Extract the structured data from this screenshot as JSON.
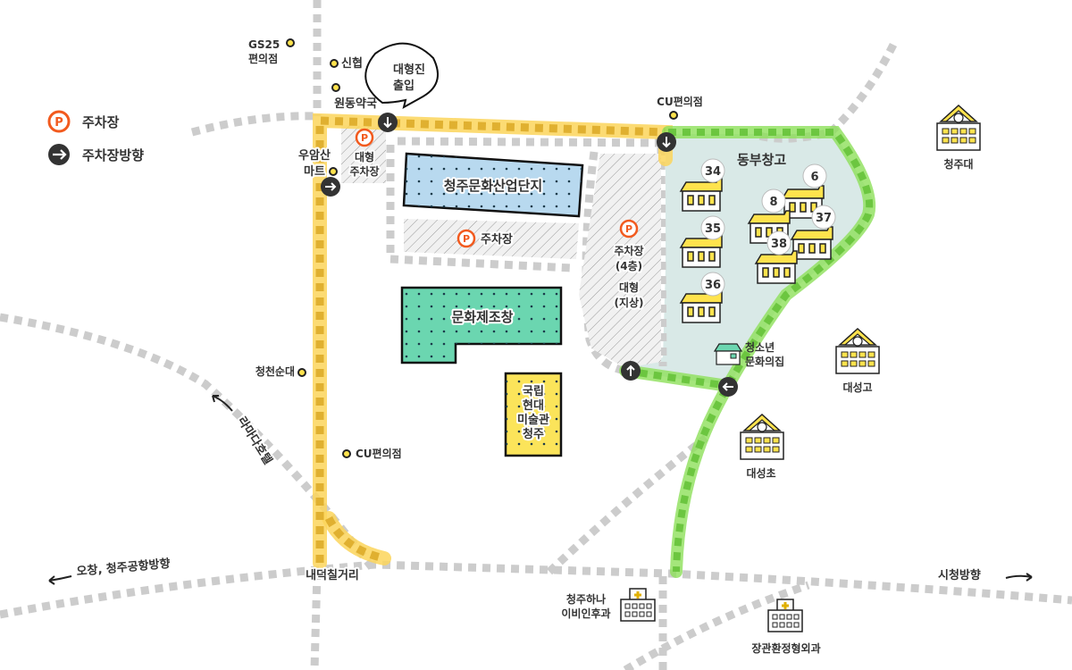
{
  "legend": {
    "parking": "주차장",
    "parking_direction": "주차장방향"
  },
  "speech_bubble": {
    "line1": "대형진",
    "line2": "출입"
  },
  "poi": {
    "gs25_1": "GS25",
    "gs25_2": "편의점",
    "shinhyup": "신협",
    "wondong": "원동약국",
    "uamsan_1": "우암산",
    "uamsan_2": "마트",
    "cheongcheon": "청천순대",
    "cu_left": "CU편의점",
    "cu_top": "CU편의점"
  },
  "parking": {
    "large_left_1": "대형",
    "large_left_2": "주차장",
    "strip": "주차장",
    "right_1": "주차장",
    "right_2": "(4층)",
    "right_3": "대형",
    "right_4": "(지상)"
  },
  "buildings": {
    "industry": "청주문화산업단지",
    "culture_factory": "문화제조창",
    "mmca_1": "국립",
    "mmca_2": "현대",
    "mmca_3": "미술관",
    "mmca_4": "청주",
    "dongbu": "동부창고",
    "youth_1": "청소년",
    "youth_2": "문화의집"
  },
  "warehouses": [
    "34",
    "35",
    "36",
    "6",
    "8",
    "37",
    "38"
  ],
  "schools": {
    "cheongju_univ": "청주대",
    "daeseong_high": "대성고",
    "daeseong_elem": "대성초"
  },
  "hospitals": {
    "hana_1": "청주하나",
    "hana_2": "이비인후과",
    "jang": "장관환정형외과"
  },
  "roads": {
    "ramada": "라마다호텔",
    "naedeok": "내덕칠거리",
    "ochang": "오창, 청주공항방향",
    "cityhall": "시청방향"
  },
  "colors": {
    "route_yellow": "#fbd55a",
    "route_green": "#8de05a",
    "parking_orange": "#f25a1e",
    "dongbu_area": "#d9e9e7"
  }
}
